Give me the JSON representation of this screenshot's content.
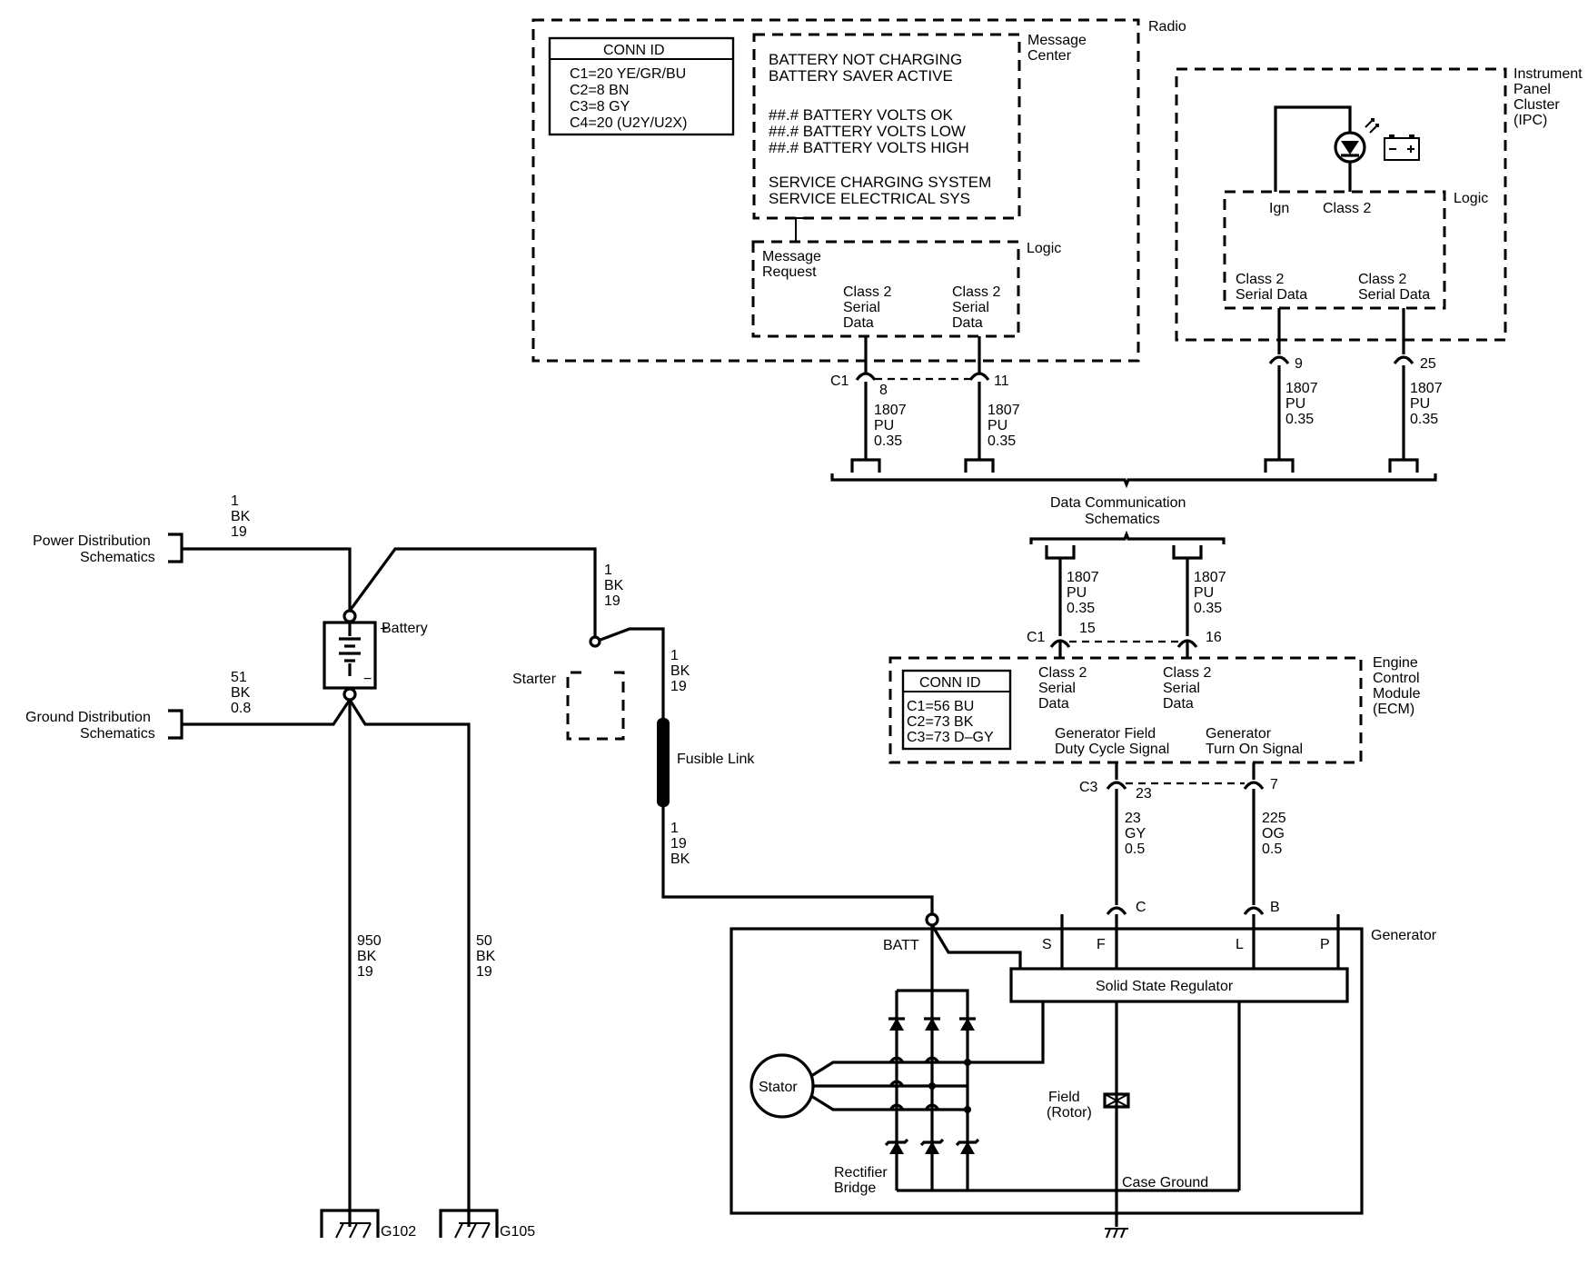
{
  "radio": {
    "title": "Radio",
    "conn_id": {
      "header": "CONN ID",
      "lines": [
        "C1=20 YE/GR/BU",
        "C2=8 BN",
        "C3=8 GY",
        "C4=20 (U2Y/U2X)"
      ]
    },
    "message_center": {
      "title": [
        "Message",
        "Center"
      ],
      "messages": [
        "BATTERY NOT CHARGING",
        "BATTERY SAVER ACTIVE",
        "##.# BATTERY VOLTS OK",
        "##.# BATTERY VOLTS LOW",
        "##.# BATTERY VOLTS HIGH",
        "SERVICE CHARGING SYSTEM",
        "SERVICE ELECTRICAL SYS"
      ]
    },
    "logic": {
      "title": "Logic",
      "message_request": [
        "Message",
        "Request"
      ],
      "class2_a": [
        "Class 2",
        "Serial",
        "Data"
      ],
      "class2_b": [
        "Class 2",
        "Serial",
        "Data"
      ]
    },
    "connector": "C1",
    "pin_a": "8",
    "pin_b": "11"
  },
  "ipc": {
    "title": [
      "Instrument",
      "Panel",
      "Cluster",
      "(IPC)"
    ],
    "logic_title": "Logic",
    "ign": "Ign",
    "class2": "Class 2",
    "serial_a": [
      "Class 2",
      "Serial Data"
    ],
    "serial_b": [
      "Class 2",
      "Serial Data"
    ],
    "pin_a": "9",
    "pin_b": "25"
  },
  "wires": {
    "radio_a": [
      "1807",
      "PU",
      "0.35"
    ],
    "radio_b": [
      "1807",
      "PU",
      "0.35"
    ],
    "ipc_a": [
      "1807",
      "PU",
      "0.35"
    ],
    "ipc_b": [
      "1807",
      "PU",
      "0.35"
    ],
    "ecm_a": [
      "1807",
      "PU",
      "0.35"
    ],
    "ecm_b": [
      "1807",
      "PU",
      "0.35"
    ],
    "power_dist": [
      "1",
      "BK",
      "19"
    ],
    "battery_to_starter": [
      "1",
      "BK",
      "19"
    ],
    "starter_to_link": [
      "1",
      "BK",
      "19"
    ],
    "link_to_gen": [
      "1",
      "19",
      "BK"
    ],
    "ground_dist": [
      "51",
      "BK",
      "0.8"
    ],
    "ground_g102": [
      "950",
      "BK",
      "19"
    ],
    "ground_g105": [
      "50",
      "BK",
      "19"
    ],
    "field_duty": [
      "23",
      "GY",
      "0.5"
    ],
    "turn_on": [
      "225",
      "OG",
      "0.5"
    ]
  },
  "data_comm": [
    "Data Communication",
    "Schematics"
  ],
  "power_distribution": [
    "Power Distribution",
    "Schematics"
  ],
  "ground_distribution": [
    "Ground Distribution",
    "Schematics"
  ],
  "battery": {
    "label": "Battery",
    "plus": "+",
    "minus": "−"
  },
  "starter": "Starter",
  "fusible_link": "Fusible Link",
  "grounds": [
    "G102",
    "G105"
  ],
  "ecm": {
    "title": [
      "Engine",
      "Control",
      "Module",
      "(ECM)"
    ],
    "conn_id": {
      "header": "CONN ID",
      "lines": [
        "C1=56 BU",
        "C2=73 BK",
        "C3=73 D–GY"
      ]
    },
    "class2_a": [
      "Class 2",
      "Serial",
      "Data"
    ],
    "class2_b": [
      "Class 2",
      "Serial",
      "Data"
    ],
    "field_signal": [
      "Generator Field",
      "Duty Cycle Signal"
    ],
    "turn_on_signal": [
      "Generator",
      "Turn On Signal"
    ],
    "connector_c1": "C1",
    "pin_15": "15",
    "pin_16": "16",
    "connector_c3": "C3",
    "pin_23": "23",
    "pin_7": "7"
  },
  "generator": {
    "title": "Generator",
    "batt": "BATT",
    "terminals": [
      "S",
      "F",
      "L",
      "P"
    ],
    "regulator": "Solid State Regulator",
    "stator": "Stator",
    "field": [
      "Field",
      "(Rotor)"
    ],
    "rectifier": [
      "Rectifier",
      "Bridge"
    ],
    "case_ground": "Case Ground",
    "conn_c": "C",
    "conn_b": "B"
  }
}
